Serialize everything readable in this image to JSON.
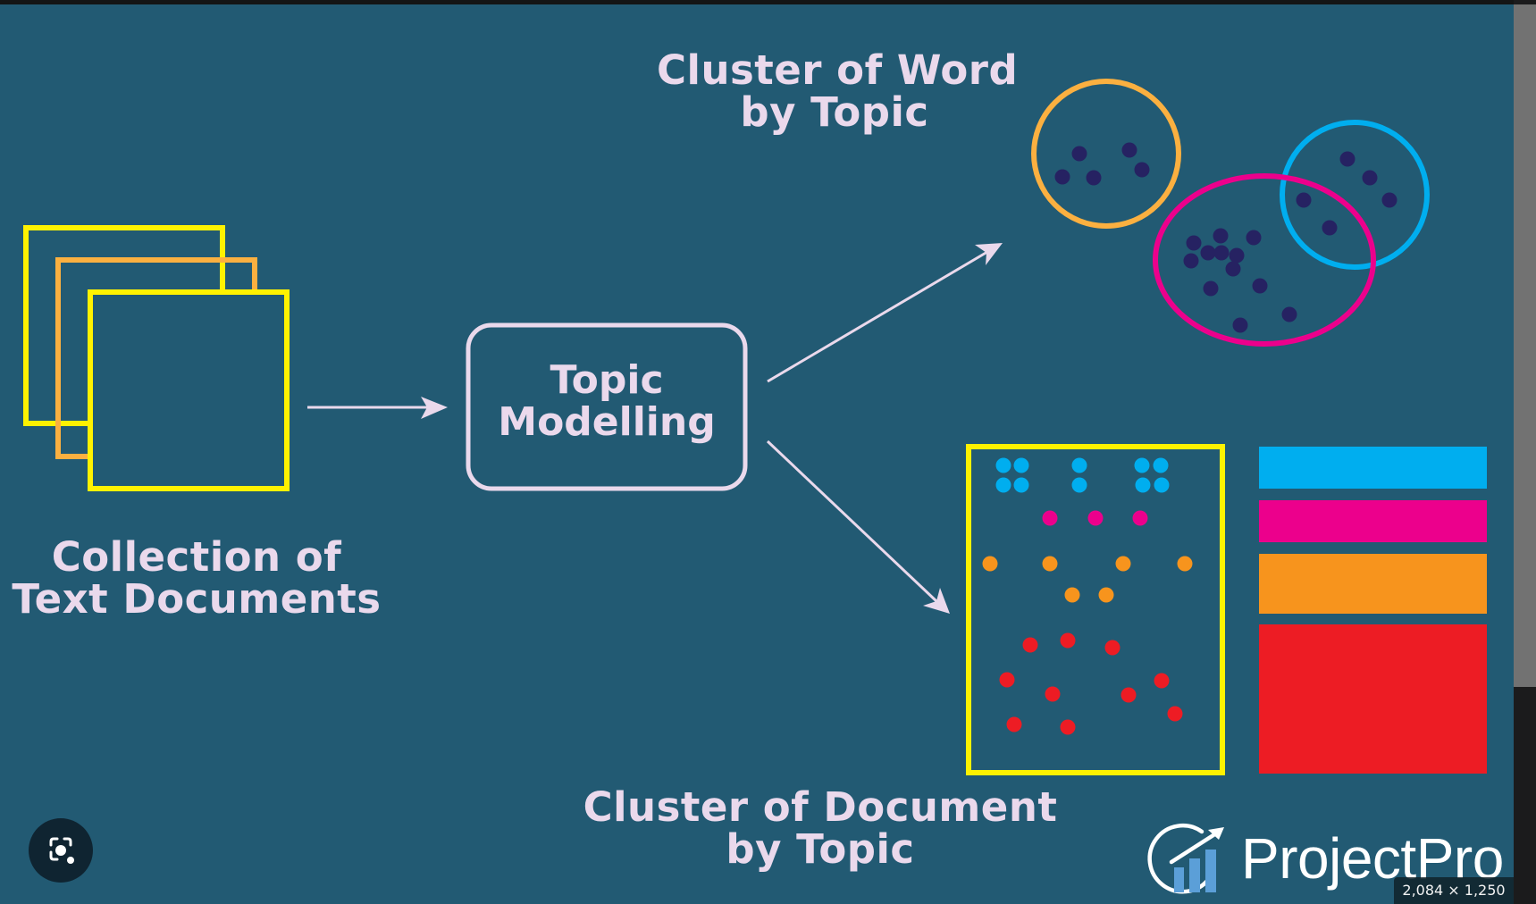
{
  "diagram": {
    "title_words": [
      "Cluster of Word",
      "by Topic"
    ],
    "title_collection": [
      "Collection of",
      "Text Documents"
    ],
    "title_documents": [
      "Cluster of Document",
      "by Topic"
    ],
    "process_box": [
      "Topic",
      "Modelling"
    ],
    "colors": {
      "background": "#225a73",
      "text": "#ead9ec",
      "yellow": "#fff200",
      "orange_doc": "#fbb040",
      "topic1_cyan": "#00aeef",
      "topic2_magenta": "#ec008c",
      "topic3_orange": "#f7941d",
      "topic4_red": "#ed1c24",
      "word_dot": "#262262"
    },
    "word_clusters": [
      {
        "name": "orange-cluster",
        "color": "#fbb040",
        "word_count": 5
      },
      {
        "name": "magenta-cluster",
        "color": "#ec008c",
        "word_count": 12
      },
      {
        "name": "cyan-cluster",
        "color": "#00aeef",
        "word_count": 5
      }
    ],
    "document_topics": [
      {
        "topic": "cyan",
        "color": "#00aeef",
        "dot_count": 10
      },
      {
        "topic": "magenta",
        "color": "#ec008c",
        "dot_count": 3
      },
      {
        "topic": "orange",
        "color": "#f7941d",
        "dot_count": 6
      },
      {
        "topic": "red",
        "color": "#ed1c24",
        "dot_count": 10
      }
    ]
  },
  "branding": {
    "logo_text": "ProjectPro",
    "logo_icon": "growth-chart-icon"
  },
  "overlay": {
    "image_size_badge": "2,084 × 1,250",
    "lens_button_icon": "lens-search-icon"
  }
}
